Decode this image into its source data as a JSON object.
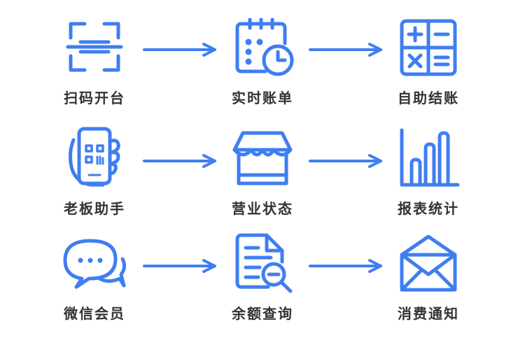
{
  "accent_color": "#3f7ef2",
  "rows": [
    {
      "items": [
        {
          "label": "扫码开台",
          "icon": "scan-icon"
        },
        {
          "label": "实时账单",
          "icon": "calendar-clock-icon"
        },
        {
          "label": "自助结账",
          "icon": "calculator-icon"
        }
      ]
    },
    {
      "items": [
        {
          "label": "老板助手",
          "icon": "phone-in-hand-icon"
        },
        {
          "label": "营业状态",
          "icon": "storefront-icon"
        },
        {
          "label": "报表统计",
          "icon": "bar-chart-icon"
        }
      ]
    },
    {
      "items": [
        {
          "label": "微信会员",
          "icon": "chat-bubbles-icon"
        },
        {
          "label": "余额查询",
          "icon": "document-search-icon"
        },
        {
          "label": "消费通知",
          "icon": "envelope-icon"
        }
      ]
    }
  ]
}
